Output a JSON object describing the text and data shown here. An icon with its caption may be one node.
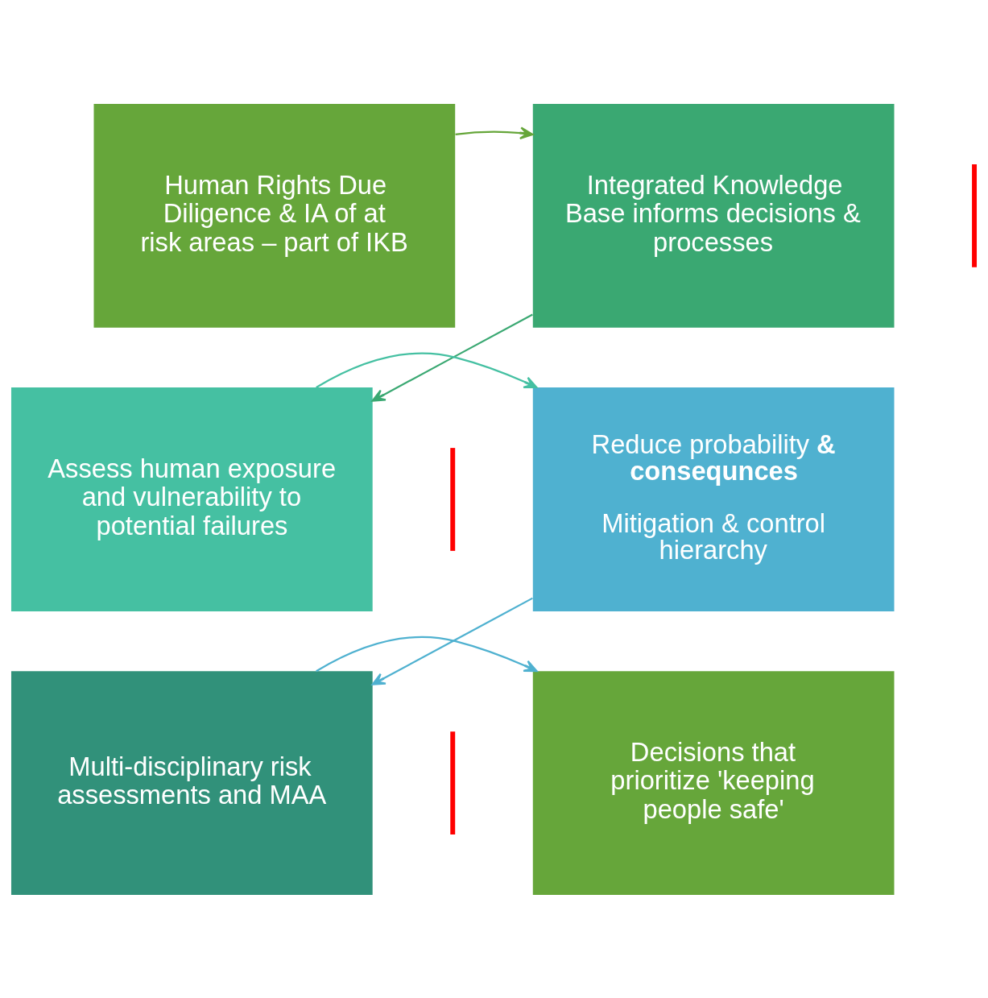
{
  "diagram": {
    "nodes": [
      {
        "text": [
          "Human Rights Due Diligence & IA of at risk areas – part of IKB"
        ]
      },
      {
        "text": [
          "Integrated Knowledge Base informs decisions & processes"
        ]
      },
      {
        "text": [
          "Assess human exposure and vulnerability to potential failures"
        ]
      },
      {
        "text": [],
        "shape": "bar"
      },
      {
        "text": [
          "Reduce probability **& consequnces**",
          "Mitigation & control hierarchy"
        ]
      },
      {
        "text": [],
        "shape": "bar"
      },
      {
        "text": [
          "Multi-disciplinary risk assessments and MAA"
        ]
      },
      {
        "text": [],
        "shape": "bar"
      },
      {
        "text": [
          "Decisions that prioritize 'keeping people safe'"
        ]
      }
    ],
    "edges": [
      {
        "from": 0,
        "to": 1,
        "arrow": "to",
        "color": "#66a63a"
      },
      {
        "from": 1,
        "to": 2,
        "arrow": "to",
        "color": "#3aa872"
      },
      {
        "from": 2,
        "to": 4,
        "arrow": "to",
        "color": "#45c0a2"
      },
      {
        "from": 4,
        "to": 6,
        "arrow": "to",
        "color": "#4fb1d0"
      },
      {
        "from": 6,
        "to": 8,
        "arrow": "to",
        "color": "#4fb1d0"
      }
    ]
  }
}
